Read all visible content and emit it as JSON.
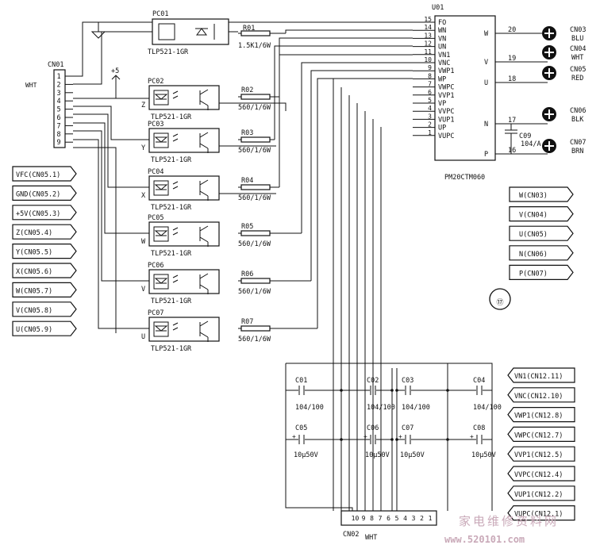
{
  "cn01": {
    "ref": "CN01",
    "color": "WHT",
    "pins": [
      "1",
      "2",
      "3",
      "4",
      "5",
      "6",
      "7",
      "8",
      "9"
    ]
  },
  "cn02": {
    "ref": "CN02",
    "color": "WHT",
    "pins": [
      "1",
      "2",
      "3",
      "4",
      "5",
      "6",
      "7",
      "8",
      "9",
      "10"
    ]
  },
  "pc01": {
    "ref": "PC01",
    "part": "TLP521-1GR"
  },
  "r01": {
    "ref": "R01",
    "value": "1.5K1/6W"
  },
  "supply": {
    "label": "+5"
  },
  "optos": [
    {
      "ref": "PC02",
      "part": "TLP521-1GR",
      "res": "R02",
      "rval": "560/1/6W",
      "phase": "Z"
    },
    {
      "ref": "PC03",
      "part": "TLP521-1GR",
      "res": "R03",
      "rval": "560/1/6W",
      "phase": "Y"
    },
    {
      "ref": "PC04",
      "part": "TLP521-1GR",
      "res": "R04",
      "rval": "560/1/6W",
      "phase": "X"
    },
    {
      "ref": "PC05",
      "part": "TLP521-1GR",
      "res": "R05",
      "rval": "560/1/6W",
      "phase": "W"
    },
    {
      "ref": "PC06",
      "part": "TLP521-1GR",
      "res": "R06",
      "rval": "560/1/6W",
      "phase": "V"
    },
    {
      "ref": "PC07",
      "part": "TLP521-1GR",
      "res": "R07",
      "rval": "560/1/6W",
      "phase": "U"
    }
  ],
  "ic": {
    "ref": "U01",
    "part": "PM20CTM060",
    "left_pins": [
      {
        "num": "15",
        "name": "FO"
      },
      {
        "num": "14",
        "name": "WN"
      },
      {
        "num": "13",
        "name": "VN"
      },
      {
        "num": "12",
        "name": "UN"
      },
      {
        "num": "11",
        "name": "VN1"
      },
      {
        "num": "10",
        "name": "VNC"
      },
      {
        "num": "9",
        "name": "VWP1"
      },
      {
        "num": "8",
        "name": "WP"
      },
      {
        "num": "7",
        "name": "VWPC"
      },
      {
        "num": "6",
        "name": "VVP1"
      },
      {
        "num": "5",
        "name": "VP"
      },
      {
        "num": "4",
        "name": "VVPC"
      },
      {
        "num": "3",
        "name": "VUP1"
      },
      {
        "num": "2",
        "name": "UP"
      },
      {
        "num": "1",
        "name": "VUPC"
      }
    ],
    "right_pins": [
      {
        "label": "W",
        "num": "20"
      },
      {
        "label": "V",
        "num": "19"
      },
      {
        "label": "U",
        "num": "18"
      },
      {
        "label": "N",
        "num": "17"
      },
      {
        "label": "P",
        "num": "16"
      }
    ]
  },
  "outputs": [
    {
      "ref": "CN03",
      "color": "BLU"
    },
    {
      "ref": "CN04",
      "color": "WHT"
    },
    {
      "ref": "CN05",
      "color": "RED"
    },
    {
      "ref": "CN06",
      "color": "BLK"
    },
    {
      "ref": "CN07",
      "color": "BRN"
    }
  ],
  "c09": {
    "ref": "C09",
    "value": "104/A"
  },
  "left_tags": [
    "VFC(CN05.1)",
    "GND(CN05.2)",
    "+5V(CN05.3)",
    "Z(CN05.4)",
    "Y(CN05.5)",
    "X(CN05.6)",
    "W(CN05.7)",
    "V(CN05.8)",
    "U(CN05.9)"
  ],
  "right_tags": [
    "W(CN03)",
    "V(CN04)",
    "U(CN05)",
    "N(CN06)",
    "P(CN07)"
  ],
  "bottom_tags": [
    "VN1(CN12.11)",
    "VNC(CN12.10)",
    "VWP1(CN12.8)",
    "VWPC(CN12.7)",
    "VVP1(CN12.5)",
    "VVPC(CN12.4)",
    "VUP1(CN12.2)",
    "VUPC(CN12.1)"
  ],
  "caps_top": [
    {
      "ref": "C01",
      "value": "104/100"
    },
    {
      "ref": "C02",
      "value": "104/100"
    },
    {
      "ref": "C03",
      "value": "104/100"
    },
    {
      "ref": "C04",
      "value": "104/100"
    }
  ],
  "caps_bottom": [
    {
      "ref": "C05",
      "value": "10μ50V",
      "pol": "+"
    },
    {
      "ref": "C06",
      "value": "10μ50V",
      "pol": "+"
    },
    {
      "ref": "C07",
      "value": "10μ50V",
      "pol": "+"
    },
    {
      "ref": "C08",
      "value": "10μ50V",
      "pol": "+"
    }
  ],
  "figure_no": "⑰",
  "watermark": {
    "cn": "家电维修资料网",
    "url": "www.520101.com"
  }
}
